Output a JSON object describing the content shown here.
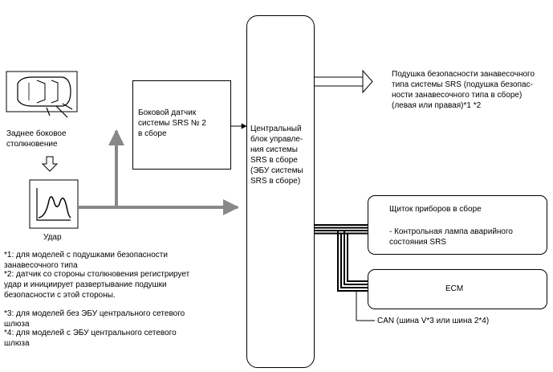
{
  "labels": {
    "side_collision": "Заднее боковое\nстолкновение",
    "impact": "Удар",
    "side_sensor": "Боковой датчик\nсистемы SRS № 2\nв сборе",
    "center_unit": "Центральный\nблок управле-\nния системы\nSRS в сборе\n(ЭБУ системы\nSRS в сборе)",
    "curtain_airbag": "Подушка безопасности занавесочного\nтипа системы SRS (подушка безопас-\nности занавесочного типа в сборе)\n(левая или правая)*1 *2",
    "combination_meter_title": "Щиток приборов в сборе",
    "combination_meter_sub": "- Контрольная лампа аварийного\nсостояния SRS",
    "ecm": "ECM",
    "can": "CAN (шина V*3 или шина 2*4)"
  },
  "notes": [
    "*1: для моделей с подушками безопасности\nзанавесочного типа",
    "*2: датчик со стороны столкновения регистрирует\nудар и инициирует развертывание подушки\nбезопасности с этой стороны.",
    "*3: для моделей без ЭБУ центрального сетевого\nшлюза",
    "*4: для моделей с ЭБУ центрального сетевого\nшлюза"
  ]
}
